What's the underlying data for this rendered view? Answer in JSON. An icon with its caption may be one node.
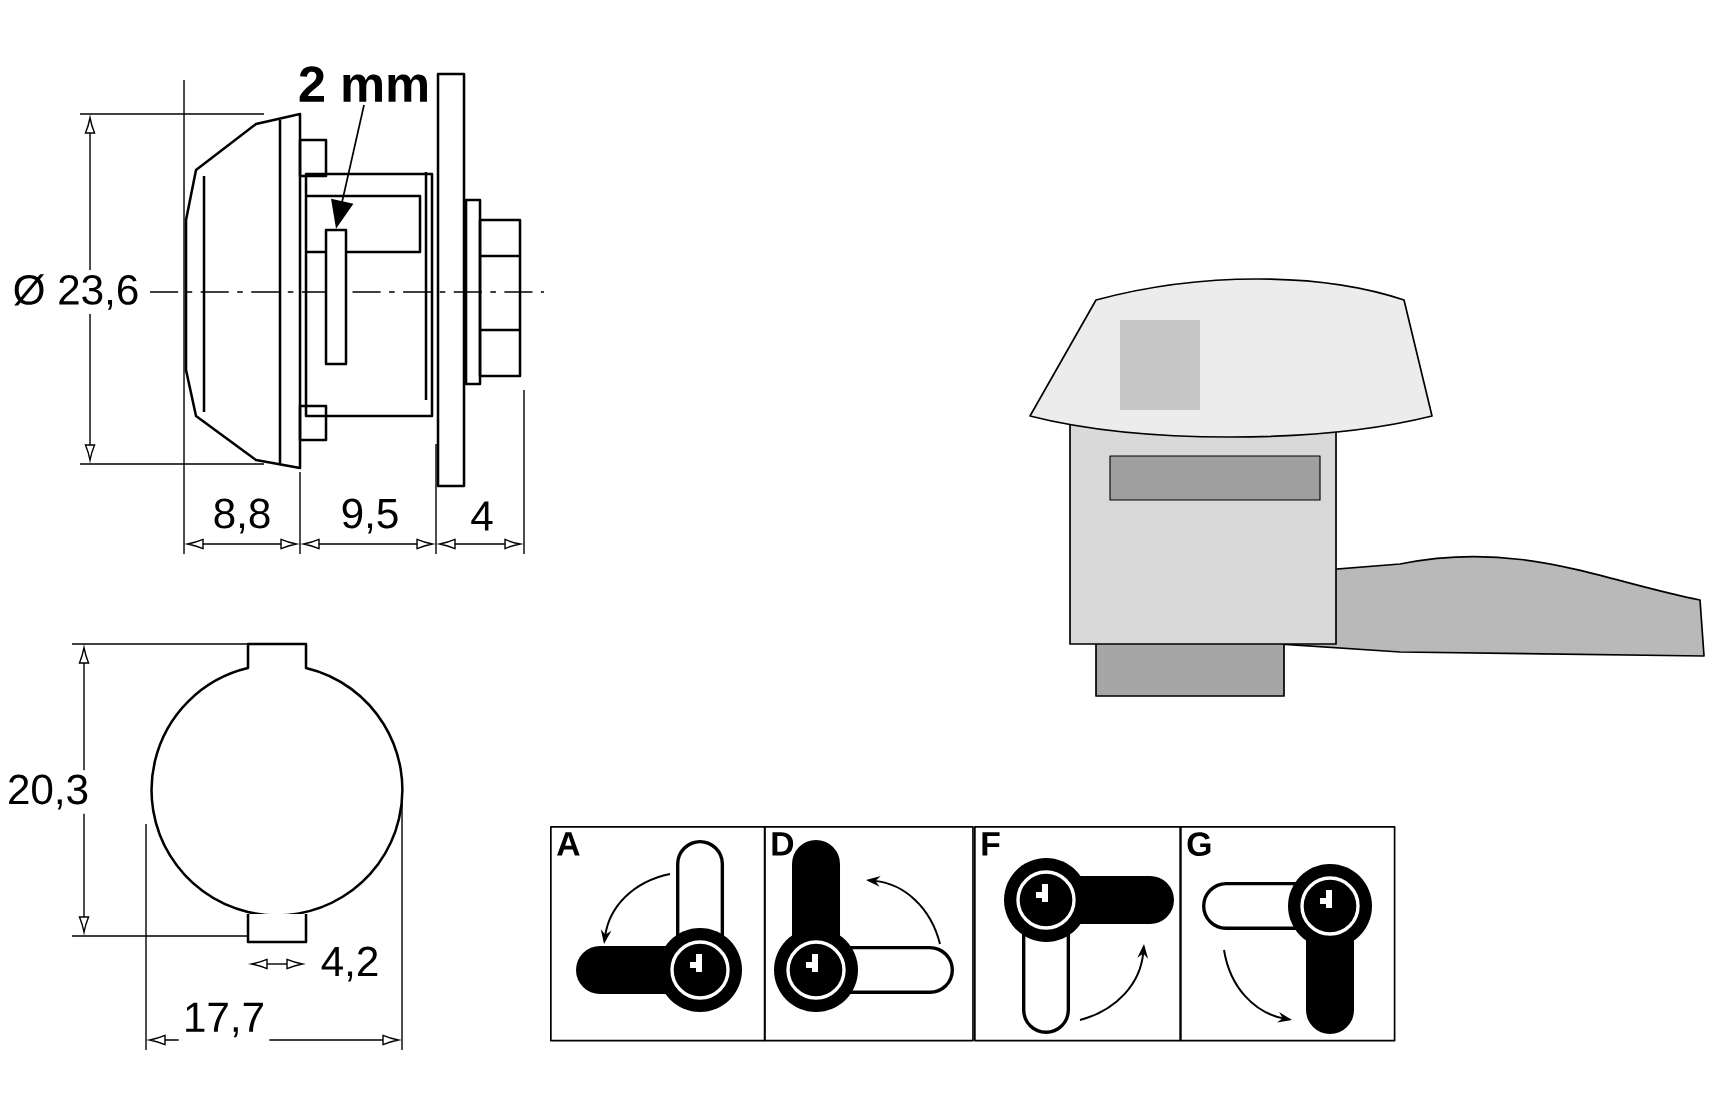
{
  "diagram": {
    "nodes": [
      {
        "text": [
          "2 mm"
        ]
      },
      {
        "text": [
          "A"
        ]
      },
      {
        "text": [
          "D"
        ]
      },
      {
        "text": [
          "F"
        ]
      },
      {
        "text": [
          "G"
        ]
      },
      {
        "text": [],
        "shape": "bar"
      }
    ],
    "edges": [
      {
        "from": 0,
        "to": 5,
        "arrow": "to"
      }
    ],
    "labels": [
      "Ø 23,6",
      "8,8",
      "9,5",
      "4",
      "20,3",
      "4,2",
      "17,7"
    ]
  }
}
